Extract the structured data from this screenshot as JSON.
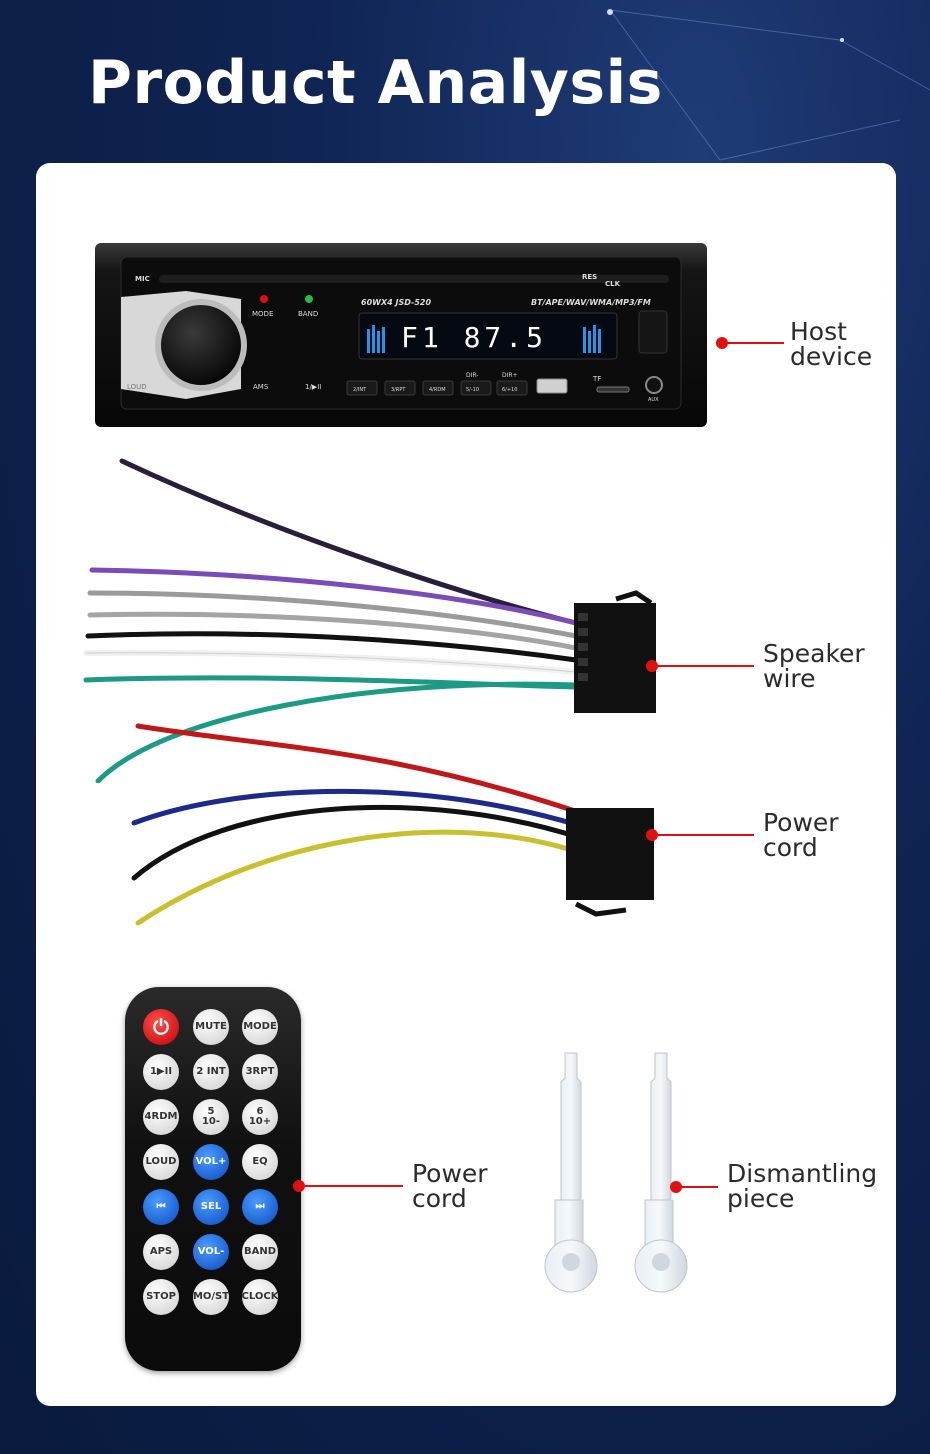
{
  "page": {
    "title": "Product Analysis"
  },
  "host_unit": {
    "mic": "MIC",
    "res": "RES",
    "clk": "CLK",
    "mode": "MODE",
    "band": "BAND",
    "model": "60WX4 JSD-520",
    "formats": "BT/APE/WAV/WMA/MP3/FM",
    "display": "F1 87.5",
    "ams": "AMS",
    "play": "1/▶II",
    "loud": "LOUD",
    "b2": "2/INT",
    "b3": "3/RPT",
    "b4": "4/RDM",
    "dir_minus": "DIR-",
    "dir_plus": "DIR+",
    "b5": "5/-10",
    "b6": "6/+10",
    "tf": "TF",
    "aux": "AUX"
  },
  "callouts": {
    "host": "Host\ndevice",
    "speaker": "Speaker\nwire",
    "power1": "Power\ncord",
    "power2": "Power\ncord",
    "dismantling": "Dismantling\npiece"
  },
  "remote": {
    "buttons": [
      {
        "id": "power",
        "label": "⏻",
        "style": "red"
      },
      {
        "id": "mute",
        "label": "MUTE",
        "style": "white"
      },
      {
        "id": "mode",
        "label": "MODE",
        "style": "white"
      },
      {
        "id": "play",
        "label": "1▶II",
        "style": "white"
      },
      {
        "id": "int",
        "label": "2 INT",
        "style": "white"
      },
      {
        "id": "rpt",
        "label": "3RPT",
        "style": "white"
      },
      {
        "id": "rdm",
        "label": "4RDM",
        "style": "white"
      },
      {
        "id": "minus10",
        "label": "5\n10-",
        "style": "white"
      },
      {
        "id": "plus10",
        "label": "6\n10+",
        "style": "white"
      },
      {
        "id": "loud",
        "label": "LOUD",
        "style": "white"
      },
      {
        "id": "volup",
        "label": "VOL+",
        "style": "blue"
      },
      {
        "id": "eq",
        "label": "EQ",
        "style": "white"
      },
      {
        "id": "prev",
        "label": "⏮",
        "style": "blue"
      },
      {
        "id": "sel",
        "label": "SEL",
        "style": "blue"
      },
      {
        "id": "next",
        "label": "⏭",
        "style": "blue"
      },
      {
        "id": "aps",
        "label": "APS",
        "style": "white"
      },
      {
        "id": "voldown",
        "label": "VOL-",
        "style": "blue"
      },
      {
        "id": "band",
        "label": "BAND",
        "style": "white"
      },
      {
        "id": "stop",
        "label": "STOP",
        "style": "white"
      },
      {
        "id": "most",
        "label": "MO/ST",
        "style": "white"
      },
      {
        "id": "clock",
        "label": "CLOCK",
        "style": "white"
      }
    ]
  },
  "colors": {
    "accent_red": "#e01010",
    "background": "#0f2452",
    "card": "#ffffff"
  }
}
